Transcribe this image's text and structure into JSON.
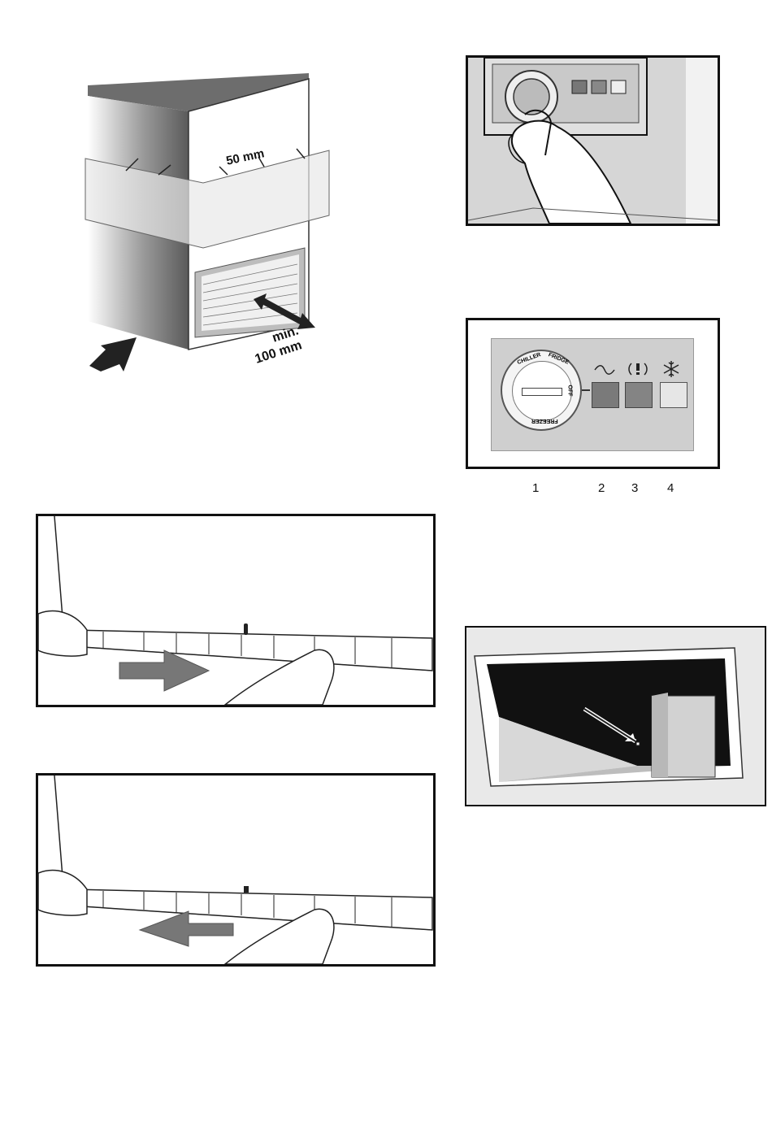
{
  "installation": {
    "clearance_top": "50 mm",
    "clearance_back_line1": "min.",
    "clearance_back_line2": "100 mm"
  },
  "control_panel": {
    "dial_labels": {
      "chiller": "CHILLER",
      "fridge": "FRIDGE",
      "off": "OFF",
      "freezer": "FREEZER"
    },
    "callouts": [
      "1",
      "2",
      "3",
      "4"
    ],
    "indicator_icons": [
      "mains-wave-icon",
      "alarm-icon",
      "snowflake-icon"
    ],
    "colors": {
      "lamp_dark": "#7a7a7a",
      "lamp_light": "#e6e6e6",
      "panel": "#cfcfcf"
    }
  }
}
